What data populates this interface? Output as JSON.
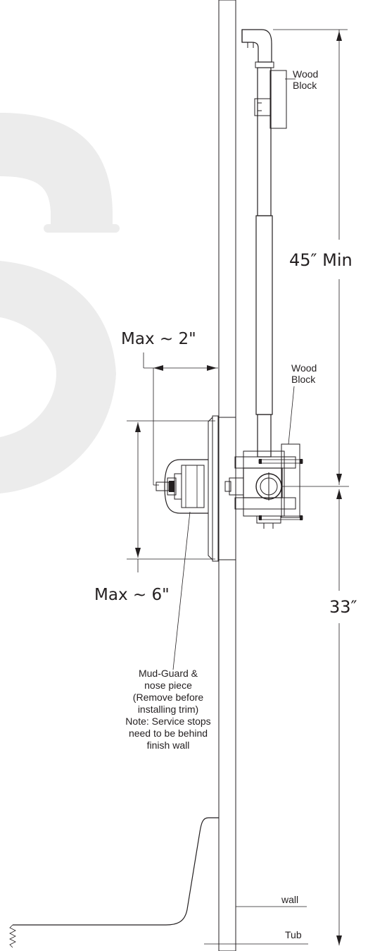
{
  "labels": {
    "wood_block_top_1": "Wood",
    "wood_block_top_2": "Block",
    "wood_block_mid_1": "Wood",
    "wood_block_mid_2": "Block",
    "dim_45_min": "45″ Min",
    "dim_33": "33″",
    "max_2": "Max ~ 2\"",
    "max_6": "Max ~ 6\"",
    "mudguard_note": [
      "Mud-Guard &",
      "nose piece",
      "(Remove before",
      "installing trim)",
      "Note: Service stops",
      "need to be behind",
      "finish wall"
    ],
    "wall": "wall",
    "tub": "Tub"
  },
  "colors": {
    "ink": "#231f20",
    "watermark": "#ececec",
    "hatch": "#555555"
  }
}
